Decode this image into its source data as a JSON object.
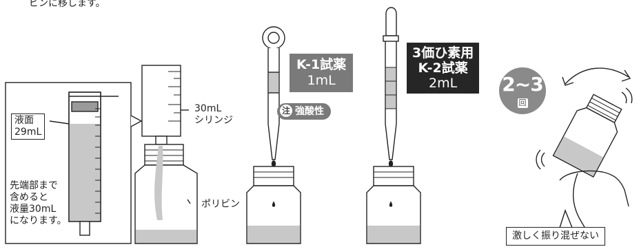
{
  "top_text": "ビンに移します。",
  "inset": {
    "surface_label_line1": "液面",
    "surface_label_line2": "29mL",
    "note_lines": [
      "先端部まで",
      "含めると",
      "液量30mL",
      "になります。"
    ]
  },
  "syringe": {
    "label_line1": "30mL",
    "label_line2": "シリンジ",
    "bottle_label": "ポリビン"
  },
  "k1": {
    "line1": "K-1試薬",
    "line2": "1mL",
    "warning_mark": "注",
    "warning_text": "強酸性"
  },
  "k2": {
    "line1": "3価ひ素用",
    "line2": "K-2試薬",
    "line3": "2mL"
  },
  "shake": {
    "count": "2~3",
    "unit": "回",
    "caption": "激しく振り混ぜない"
  },
  "colors": {
    "liquid": "#c8c8c8",
    "reagent_gray": "#7a7a7a",
    "reagent_dark": "#262626",
    "line": "#222222"
  }
}
